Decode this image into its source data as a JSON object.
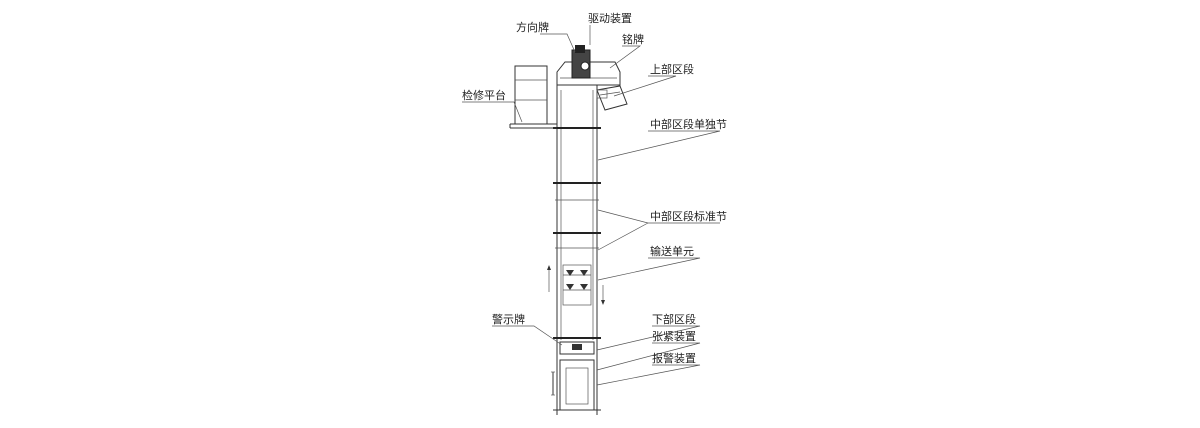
{
  "diagram": {
    "labels": {
      "direction_plate": "方向牌",
      "drive_unit": "驱动装置",
      "nameplate": "铭牌",
      "upper_section": "上部区段",
      "maintenance_platform": "检修平台",
      "middle_single_section": "中部区段单独节",
      "middle_standard_section": "中部区段标准节",
      "conveying_unit": "输送单元",
      "warning_sign": "警示牌",
      "lower_section": "下部区段",
      "tensioning_device": "张紧装置",
      "alarm_device": "报警装置"
    },
    "colors": {
      "line": "#333333",
      "background": "#ffffff"
    }
  }
}
